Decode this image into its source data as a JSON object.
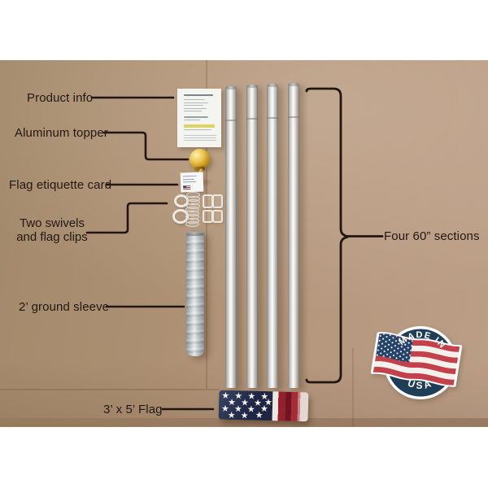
{
  "labels": {
    "product_info": "Product info",
    "aluminum_topper": "Aluminum topper",
    "flag_etiquette_card": "Flag etiquette card",
    "two_swivels_line1": "Two swivels",
    "two_swivels_line2": "and flag clips",
    "ground_sleeve": "2’ ground sleeve",
    "flag": "3’ x 5’ Flag",
    "sections": "Four 60” sections"
  },
  "badge": {
    "arc_top": "MADE IN",
    "arc_bottom": "USA",
    "navy": "#1e3d56",
    "red": "#c2414a"
  },
  "icons": {
    "star": "★"
  },
  "colors": {
    "backdrop_tan": "#ad9175",
    "annotation_ink": "#211710",
    "flag_navy": "#252e52",
    "flag_red": "#93202c",
    "topper_gold": "#c9a227",
    "paper_highlight": "#ded35f",
    "pole_silver": "#d9d8d4"
  }
}
